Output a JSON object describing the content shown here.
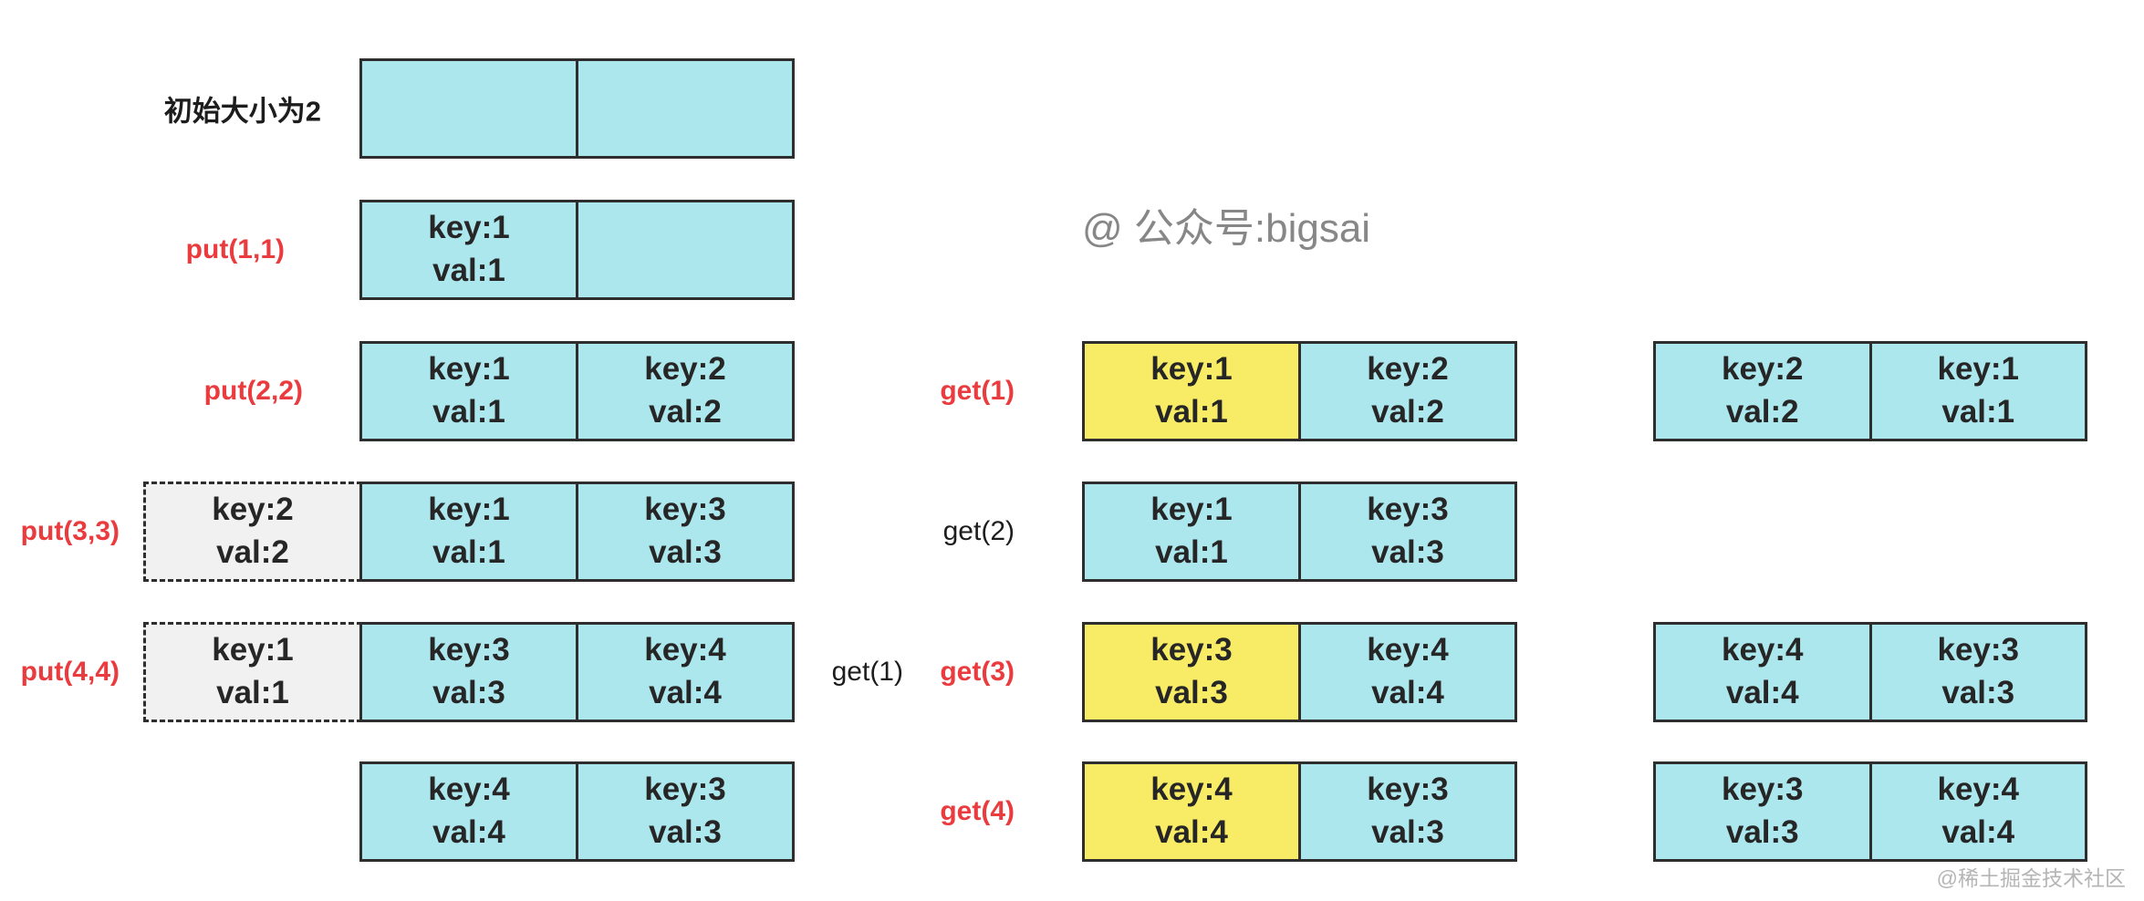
{
  "colors": {
    "cell_cyan": "#ace7ee",
    "cell_yellow": "#f8ec66",
    "evicted_gray": "#f1f1f1",
    "border_dark": "#2e2e2e",
    "op_red": "#ea3b3e",
    "text_dark": "#262626",
    "watermark_gray": "#878787",
    "watermark_light": "#b5b5b5"
  },
  "watermarks": {
    "center": "@ 公众号:bigsai",
    "corner": "@稀土掘金技术社区"
  },
  "rows": [
    {
      "label": {
        "text": "初始大小为2",
        "color": "caption"
      },
      "left_box": {
        "cells": [
          {
            "key": "",
            "val": ""
          },
          {
            "key": "",
            "val": ""
          }
        ]
      }
    },
    {
      "label": {
        "text": "put(1,1)",
        "color": "red"
      },
      "left_box": {
        "cells": [
          {
            "key": "key:1",
            "val": "val:1"
          },
          {
            "key": "",
            "val": ""
          }
        ]
      }
    },
    {
      "label": {
        "text": "put(2,2)",
        "color": "red"
      },
      "left_box": {
        "cells": [
          {
            "key": "key:1",
            "val": "val:1"
          },
          {
            "key": "key:2",
            "val": "val:2"
          }
        ]
      },
      "get_labels": [
        {
          "text": "get(1)",
          "color": "red"
        }
      ],
      "mid_box": {
        "cells": [
          {
            "key": "key:1",
            "val": "val:1",
            "bg": "yellow"
          },
          {
            "key": "key:2",
            "val": "val:2"
          }
        ]
      },
      "right_box": {
        "cells": [
          {
            "key": "key:2",
            "val": "val:2"
          },
          {
            "key": "key:1",
            "val": "val:1"
          }
        ]
      }
    },
    {
      "label": {
        "text": "put(3,3)",
        "color": "red"
      },
      "evicted": {
        "key": "key:2",
        "val": "val:2"
      },
      "left_box": {
        "cells": [
          {
            "key": "key:1",
            "val": "val:1"
          },
          {
            "key": "key:3",
            "val": "val:3"
          }
        ]
      },
      "get_labels": [
        {
          "text": "get(2)",
          "color": "black"
        }
      ],
      "mid_box": {
        "cells": [
          {
            "key": "key:1",
            "val": "val:1"
          },
          {
            "key": "key:3",
            "val": "val:3"
          }
        ]
      }
    },
    {
      "label": {
        "text": "put(4,4)",
        "color": "red"
      },
      "evicted": {
        "key": "key:1",
        "val": "val:1"
      },
      "left_box": {
        "cells": [
          {
            "key": "key:3",
            "val": "val:3"
          },
          {
            "key": "key:4",
            "val": "val:4"
          }
        ]
      },
      "get_labels": [
        {
          "text": "get(1)",
          "color": "black"
        },
        {
          "text": "get(3)",
          "color": "red"
        }
      ],
      "mid_box": {
        "cells": [
          {
            "key": "key:3",
            "val": "val:3",
            "bg": "yellow"
          },
          {
            "key": "key:4",
            "val": "val:4"
          }
        ]
      },
      "right_box": {
        "cells": [
          {
            "key": "key:4",
            "val": "val:4"
          },
          {
            "key": "key:3",
            "val": "val:3"
          }
        ]
      }
    },
    {
      "left_box": {
        "cells": [
          {
            "key": "key:4",
            "val": "val:4"
          },
          {
            "key": "key:3",
            "val": "val:3"
          }
        ]
      },
      "get_labels": [
        {
          "text": "get(4)",
          "color": "red"
        }
      ],
      "mid_box": {
        "cells": [
          {
            "key": "key:4",
            "val": "val:4",
            "bg": "yellow"
          },
          {
            "key": "key:3",
            "val": "val:3"
          }
        ]
      },
      "right_box": {
        "cells": [
          {
            "key": "key:3",
            "val": "val:3"
          },
          {
            "key": "key:4",
            "val": "val:4"
          }
        ]
      }
    }
  ]
}
